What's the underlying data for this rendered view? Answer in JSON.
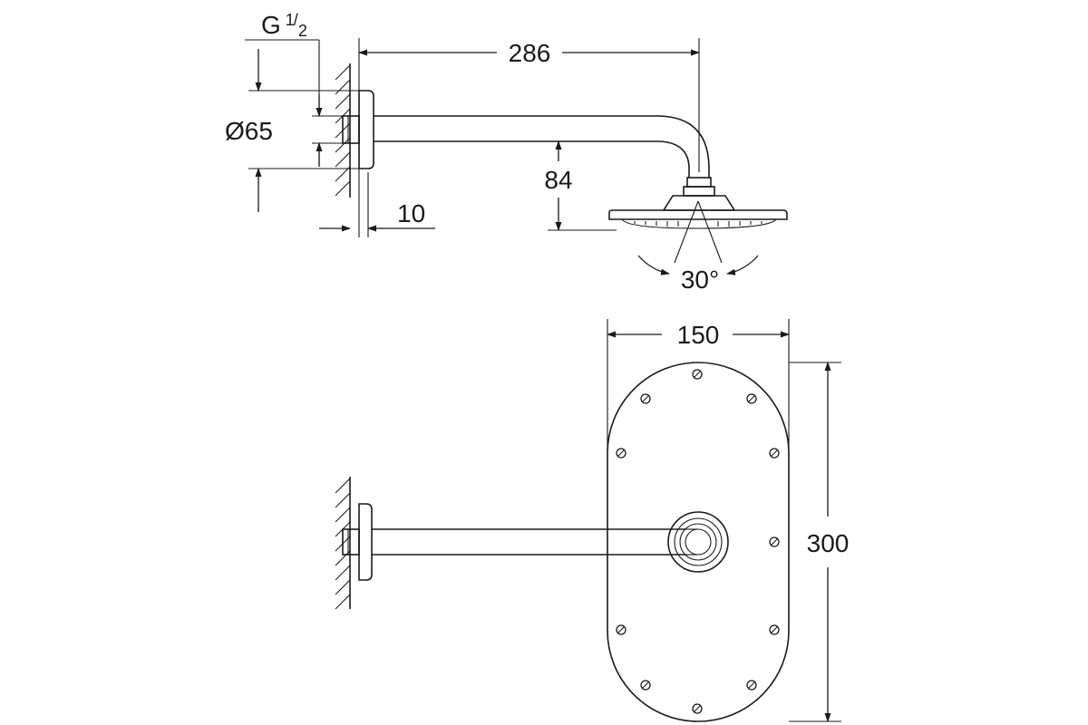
{
  "side_view": {
    "dim_thread_main": "G",
    "dim_thread_num": "1",
    "dim_thread_den": "2",
    "dim_diameter": "Ø65",
    "dim_length": "286",
    "dim_wall_offset": "10",
    "dim_drop": "84",
    "dim_angle": "30°"
  },
  "plan_view": {
    "dim_width": "150",
    "dim_height": "300"
  }
}
